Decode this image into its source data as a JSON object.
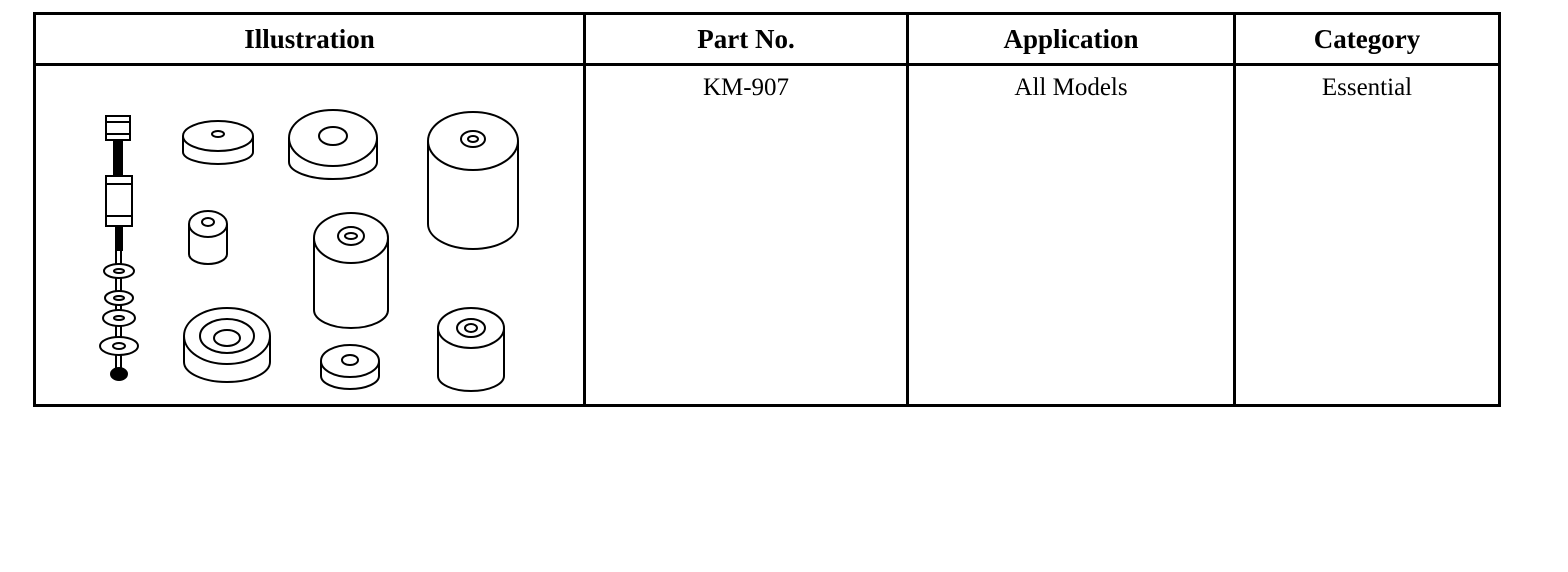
{
  "table": {
    "headers": {
      "illustration": "Illustration",
      "part_no": "Part No.",
      "application": "Application",
      "category": "Category"
    },
    "rows": [
      {
        "part_no": "KM-907",
        "application": "All Models",
        "category": "Essential",
        "illustration_icon": "tool-kit-icon"
      }
    ]
  }
}
